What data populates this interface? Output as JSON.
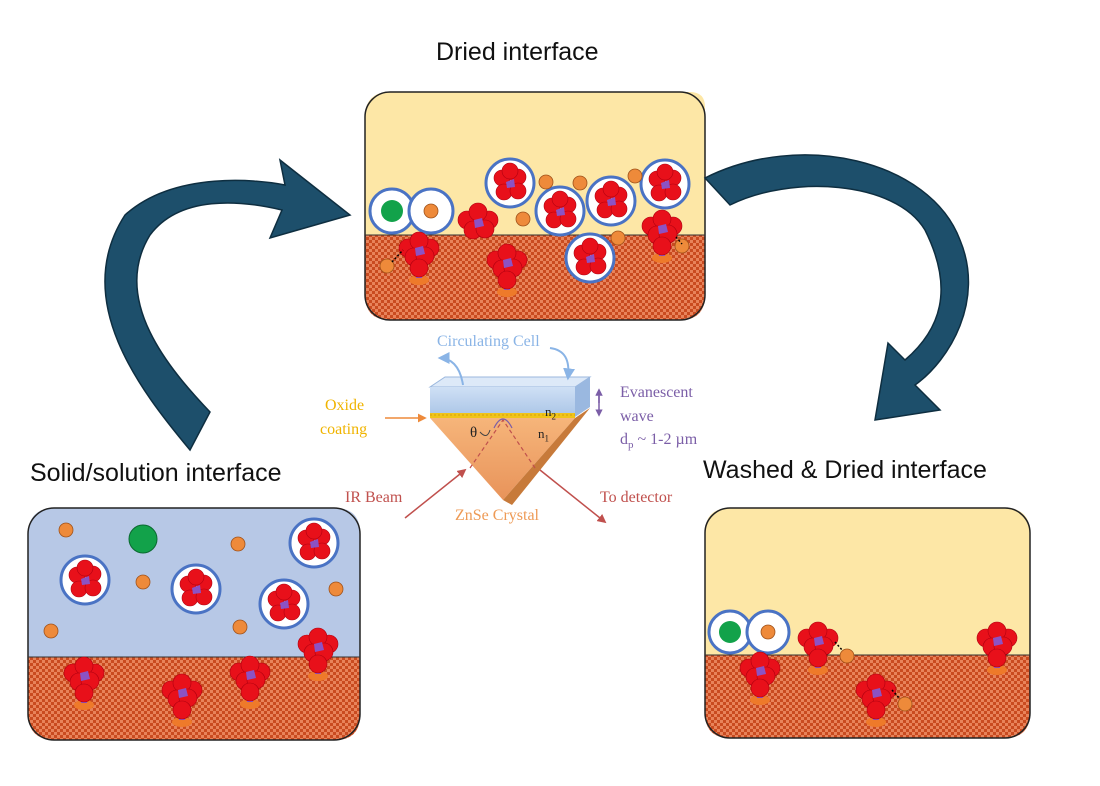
{
  "panels": {
    "top_title": "Dried interface",
    "left_title": "Solid/solution interface",
    "right_title": "Washed & Dried interface"
  },
  "atr": {
    "circulating_cell": "Circulating Cell",
    "oxide": "Oxide",
    "coating": "coating",
    "evanescent": "Evanescent",
    "wave": "wave",
    "dp_symbol": "d",
    "dp_sub": "p",
    "dp_value": " ~ 1-2 µm",
    "n2": "n",
    "n2_sub": "2",
    "n1": "n",
    "n1_sub": "1",
    "theta": "θ",
    "ir_beam": "IR Beam",
    "crystal": "ZnSe Crystal",
    "detector": "To detector"
  },
  "colors": {
    "arrow": "#1d4f6b",
    "solution": "#b7c8e6",
    "dried": "#fde7a6",
    "solid": "#c7491e",
    "particle_red": "#e8101a",
    "particle_orange": "#ee8a3a",
    "particle_green": "#12a24a",
    "capsule_ring": "#4a73c4",
    "linker": "#8c52c4"
  }
}
